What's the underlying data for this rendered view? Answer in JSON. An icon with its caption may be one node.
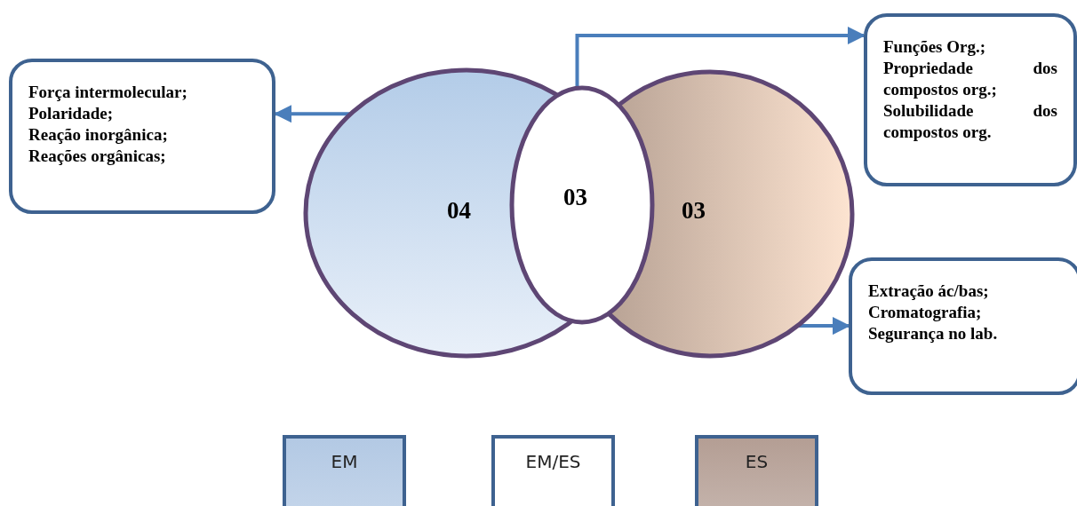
{
  "diagram": {
    "nodes": [
      {
        "text": [
          "04"
        ]
      },
      {
        "text": [
          "03"
        ]
      },
      {
        "text": [
          "03"
        ]
      },
      {
        "text": [
          "Força intermolecular;",
          "Polaridade;",
          "Reação inorgânica;",
          "Reações orgânicas;"
        ]
      },
      {
        "text": [
          "Funções Org.;",
          "Propriedade dos compostos org.;",
          "Solubilidade dos compostos org."
        ]
      },
      {
        "text": [
          "Extração ác/bas;",
          "Cromatografia;",
          "Segurança no lab."
        ]
      }
    ],
    "edges": [
      {
        "from": 0,
        "to": 3,
        "arrow": "to"
      },
      {
        "from": 1,
        "to": 4,
        "arrow": "to"
      },
      {
        "from": 2,
        "to": 5,
        "arrow": "to"
      }
    ],
    "legend": [
      {
        "text": "EM",
        "color": "#b3c9e4"
      },
      {
        "text": "EM/ES",
        "color": "#ffffff"
      },
      {
        "text": "ES",
        "color": "#b49e94"
      }
    ]
  }
}
